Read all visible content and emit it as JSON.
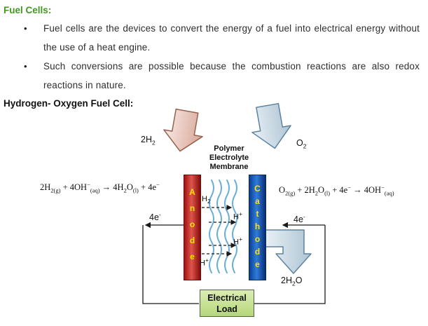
{
  "heading": {
    "title": "Fuel Cells:",
    "subtitle": "Hydrogen- Oxygen Fuel Cell:"
  },
  "bullets": [
    {
      "marker": "•",
      "text": "Fuel cells are the devices to convert the energy of a fuel into electrical energy without the use of a heat engine."
    },
    {
      "marker": "•",
      "text": "Such conversions are possible because the combustion reactions are also redox reactions in nature."
    }
  ],
  "diagram": {
    "hydrogen_input": [
      "2H",
      "2"
    ],
    "oxygen_input": [
      "O",
      "2"
    ],
    "membrane_label": "Polymer Electrolyte Membrane",
    "anode": {
      "label": "Anode",
      "equation": [
        "2H",
        "2(g)",
        " + 4OH",
        "−",
        "(aq)",
        " → 4H",
        "2",
        "O",
        "(l)",
        " + 4e",
        "−"
      ]
    },
    "cathode": {
      "label": "Cathode",
      "equation": [
        "O",
        "2(g)",
        " + 2H",
        "2",
        "O",
        "(l)",
        " + 4e",
        "−",
        " → 4OH",
        "−",
        "(aq)"
      ]
    },
    "electron_flow": [
      "4e",
      "-"
    ],
    "hydrogen_small": [
      "H",
      "2"
    ],
    "proton": [
      "H",
      "+"
    ],
    "water_output": [
      "2H",
      "2",
      "O"
    ],
    "load_label": "Electrical Load"
  },
  "colors": {
    "heading_green": "#3f9a1d",
    "anode_red": "#c0211c",
    "cathode_blue": "#1460c8",
    "bar_letter_yellow": "#ffe200",
    "load_fill_green": "#c9e29a",
    "hydrogen_arrow_pink": "#e9c8bd",
    "oxygen_arrow_blue": "#c6d6e2"
  }
}
